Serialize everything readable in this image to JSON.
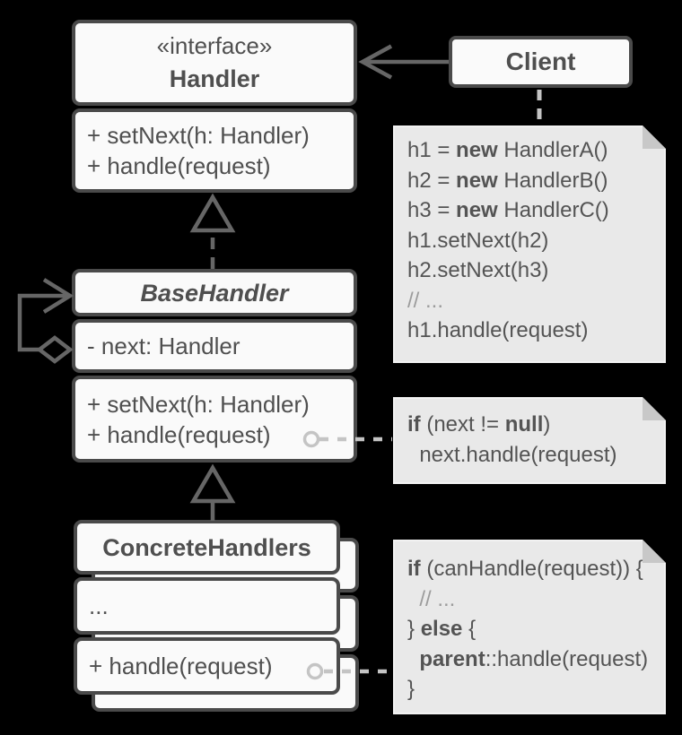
{
  "palette": {
    "background": "#000000",
    "box_fill": "#fafafa",
    "box_border": "#4a4a4a",
    "class_text": "#4f4f4f",
    "connector": "#666666",
    "note_fill": "#e9e9e9",
    "note_fold": "#c8c8c8",
    "note_dash": "#c4c4c4",
    "comment_text": "#9c9c9c"
  },
  "classes": {
    "handler": {
      "stereotype": "«interface»",
      "name": "Handler",
      "methods": [
        "+ setNext(h: Handler)",
        "+ handle(request)"
      ]
    },
    "base_handler": {
      "name": "BaseHandler",
      "attributes": [
        "- next: Handler"
      ],
      "methods": [
        "+ setNext(h: Handler)",
        "+ handle(request)"
      ]
    },
    "concrete_handlers": {
      "name": "ConcreteHandlers",
      "placeholder": "...",
      "methods": [
        "+ handle(request)"
      ]
    },
    "client": {
      "name": "Client"
    }
  },
  "notes": {
    "client_code": {
      "lines": [
        [
          {
            "t": "h1 = "
          },
          {
            "t": "new",
            "b": true
          },
          {
            "t": " HandlerA()"
          }
        ],
        [
          {
            "t": "h2 = "
          },
          {
            "t": "new",
            "b": true
          },
          {
            "t": " HandlerB()"
          }
        ],
        [
          {
            "t": "h3 = "
          },
          {
            "t": "new",
            "b": true
          },
          {
            "t": " HandlerC()"
          }
        ],
        [
          {
            "t": "h1.setNext(h2)"
          }
        ],
        [
          {
            "t": "h2.setNext(h3)"
          }
        ],
        [
          {
            "t": "// ...",
            "m": true
          }
        ],
        [
          {
            "t": "h1.handle(request)"
          }
        ]
      ]
    },
    "base_handle_code": {
      "lines": [
        [
          {
            "t": "if",
            "b": true
          },
          {
            "t": " (next != "
          },
          {
            "t": "null",
            "b": true
          },
          {
            "t": ")"
          }
        ],
        [
          {
            "t": "  next.handle(request)"
          }
        ]
      ]
    },
    "concrete_handle_code": {
      "lines": [
        [
          {
            "t": "if",
            "b": true
          },
          {
            "t": " (canHandle(request)) {"
          }
        ],
        [
          {
            "t": "  // ...",
            "m": true
          }
        ],
        [
          {
            "t": "} "
          },
          {
            "t": "else",
            "b": true
          },
          {
            "t": " {"
          }
        ],
        [
          {
            "t": "  "
          },
          {
            "t": "parent",
            "b": true
          },
          {
            "t": "::handle(request)"
          }
        ],
        [
          {
            "t": "}"
          }
        ]
      ]
    }
  }
}
